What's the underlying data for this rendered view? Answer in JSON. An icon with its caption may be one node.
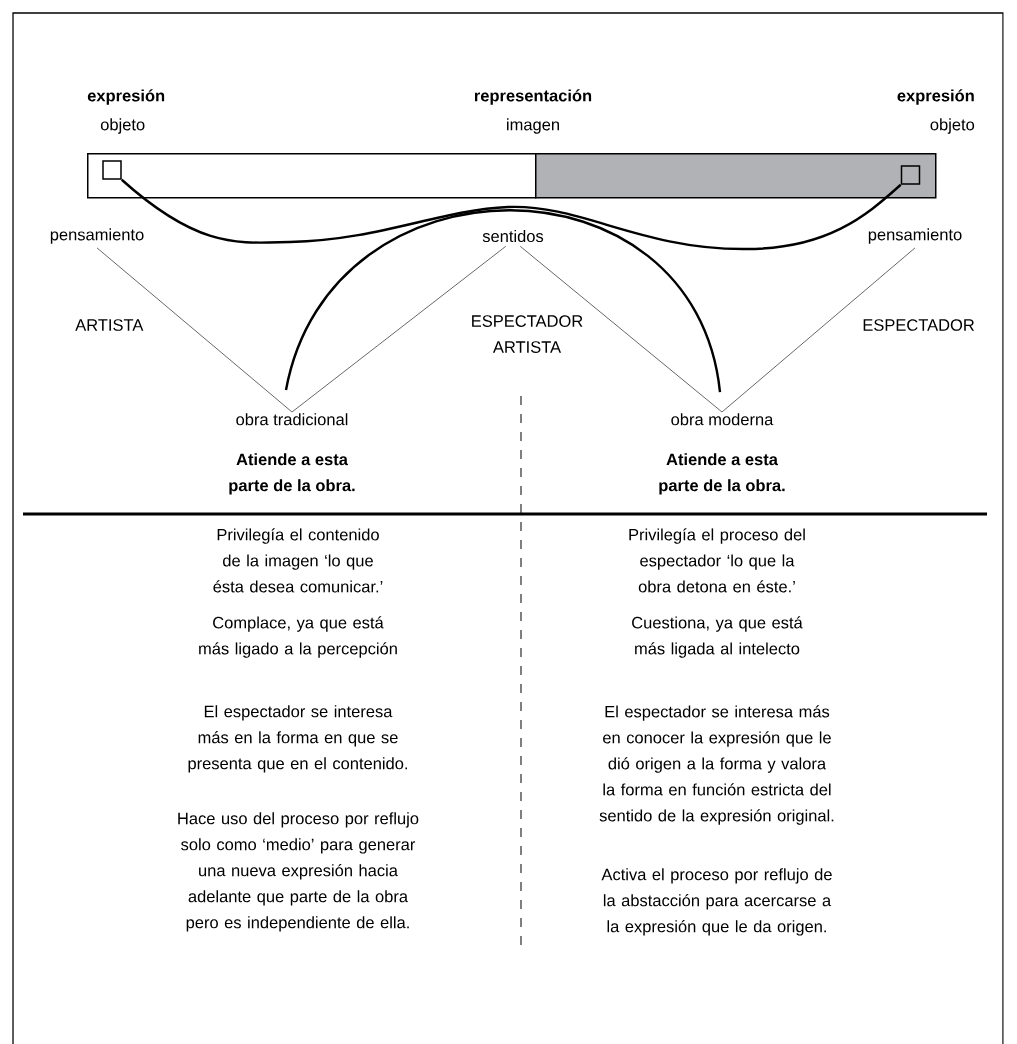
{
  "diagram": {
    "nodes": [
      {
        "text": [],
        "shape": "bar"
      },
      {
        "text": [],
        "shape": "bar"
      },
      {
        "text": [],
        "shape": "box",
        "in": 0
      },
      {
        "text": [],
        "shape": "box",
        "in": 1
      },
      {
        "text": [
          "pensamiento"
        ]
      },
      {
        "text": [
          "sentidos"
        ]
      },
      {
        "text": [
          "pensamiento"
        ]
      },
      {
        "text": [
          "obra tradicional",
          "Atiende a esta parte de la obra."
        ]
      },
      {
        "text": [
          "obra moderna",
          "Atiende a esta parte de la obra."
        ]
      }
    ],
    "edges": [
      {
        "from": 2,
        "to": 3,
        "arrow": "none",
        "style": "thick"
      },
      {
        "from": 7,
        "to": 8,
        "arrow": "none",
        "style": "thick"
      },
      {
        "from": 4,
        "to": 7,
        "arrow": "none"
      },
      {
        "from": 5,
        "to": 7,
        "arrow": "none"
      },
      {
        "from": 5,
        "to": 8,
        "arrow": "none"
      },
      {
        "from": 6,
        "to": 8,
        "arrow": "none"
      }
    ],
    "labels": [
      "expresión",
      "representación",
      "expresión",
      "objeto",
      "imagen",
      "objeto",
      "ARTISTA",
      "ESPECTADOR ARTISTA",
      "ESPECTADOR",
      "Privilegía el contenido de la imagen ‘lo que ésta desea comunicar.’",
      "Privilegía el proceso del espectador ‘lo que la obra detona en éste.’",
      "Complace, ya que está más ligado a la percepción",
      "Cuestiona, ya que está más ligada al intelecto",
      "El espectador se interesa más en la forma en que se presenta que en el contenido.",
      "El espectador se interesa más en conocer la expresión que le dió origen a la forma y valora la forma en función estricta del sentido de la expresión original.",
      "Hace uso del proceso por reflujo solo como ‘medio’ para generar una nueva expresión hacia adelante que parte de la obra pero es independiente de ella.",
      "Activa el proceso por reflujo de la abstacción para acercarse a la expresión que le da origen."
    ]
  }
}
